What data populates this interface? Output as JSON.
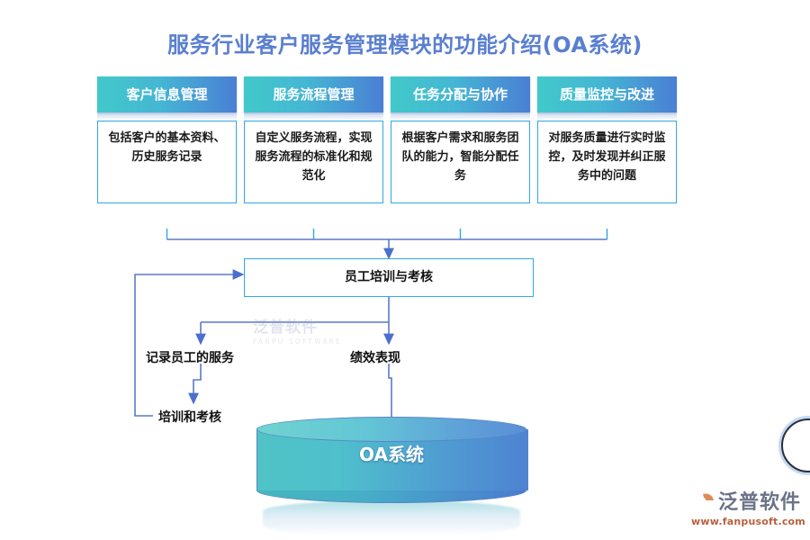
{
  "page": {
    "title": "服务行业客户服务管理模块的功能介绍(OA系统)",
    "accent_teal": "#41c9c9",
    "accent_blue": "#4a7fd4",
    "title_color": "#5a7fd0",
    "border_color": "#2fa8e8",
    "connector_color": "#5b79c8"
  },
  "cards": [
    {
      "header": "客户信息管理",
      "body": "包括客户的基本资料、历史服务记录"
    },
    {
      "header": "服务流程管理",
      "body": "自定义服务流程，实现服务流程的标准化和规范化"
    },
    {
      "header": "任务分配与协作",
      "body": "根据客户需求和服务团队的能力，智能分配任务"
    },
    {
      "header": "质量监控与改进",
      "body": "对服务质量进行实时监控，及时发现并纠正服务中的问题"
    }
  ],
  "flow": {
    "process_box": "员工培训与考核",
    "nodes": [
      {
        "key": "record",
        "label": "记录员工的服务"
      },
      {
        "key": "performance",
        "label": "绩效表现"
      },
      {
        "key": "training",
        "label": "培训和考核"
      }
    ],
    "database": "OA系统"
  },
  "watermark": {
    "cn": "泛普软件",
    "en": "FANPU SOFTWARE"
  },
  "logo": {
    "cn": "泛普软件",
    "url": "www.fanpusoft.com"
  }
}
